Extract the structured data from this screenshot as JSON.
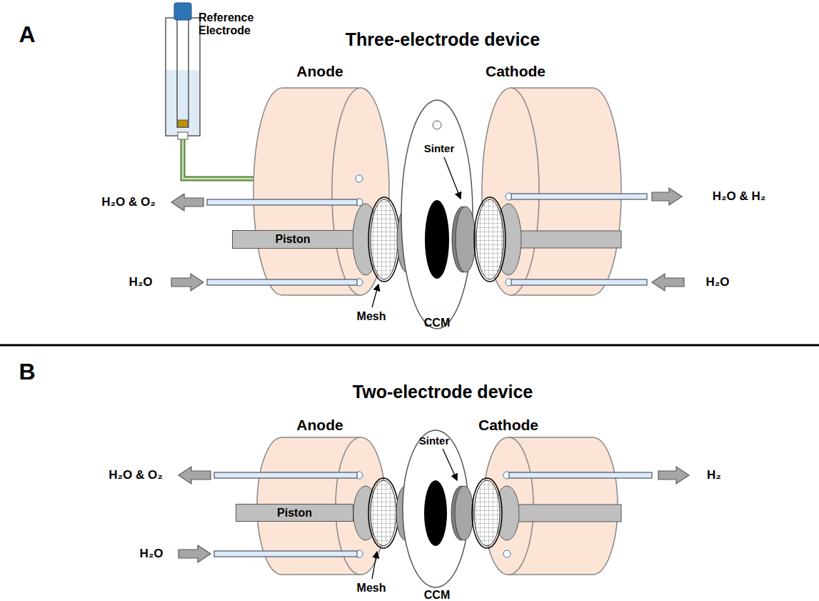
{
  "diagram": {
    "nodes": [
      {
        "text": [
          "Piston"
        ]
      },
      {
        "text": [
          "Piston"
        ]
      }
    ],
    "labels": [
      "A",
      "Three-electrode device",
      "Reference Electrode",
      "Anode",
      "Cathode",
      "Sinter",
      "H₂O & O₂",
      "H₂O & H₂",
      "H₂O",
      "H₂O",
      "Mesh",
      "CCM",
      "B",
      "Two-electrode device",
      "Anode",
      "Cathode",
      "Sinter",
      "H₂O & O₂",
      "H₂",
      "H₂O",
      "Mesh",
      "CCM"
    ]
  }
}
